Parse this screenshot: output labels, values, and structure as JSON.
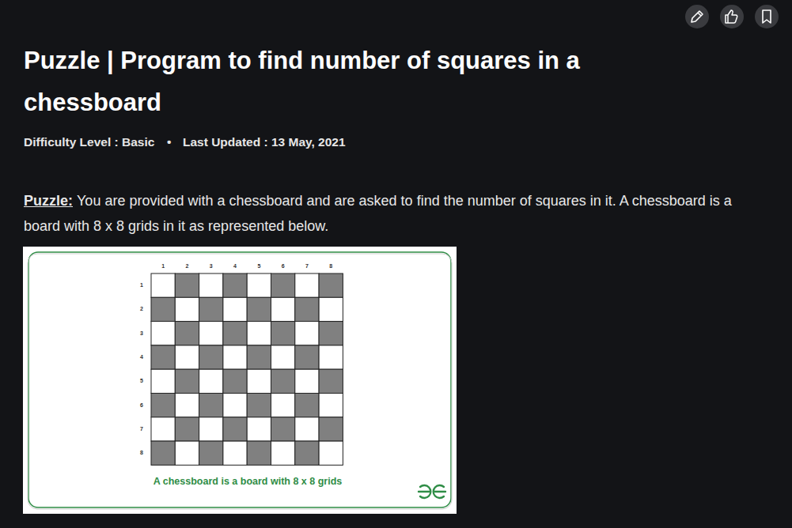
{
  "diagram": {
    "title": "Puzzle | Program to find number of squares in a chessboard",
    "caption": "A chessboard is a board with 8 x 8 grids",
    "labels": [
      "Difficulty Level : Basic",
      "•",
      "Last Updated : 13 May, 2021",
      "Puzzle:",
      "You are provided with a chessboard and are asked to find the number of squares in it. A chessboard is a board with 8 x 8 grids in it as represented below.",
      "1",
      "2",
      "3",
      "4",
      "5",
      "6",
      "7",
      "8",
      "1",
      "2",
      "3",
      "4",
      "5",
      "6",
      "7",
      "8"
    ]
  }
}
